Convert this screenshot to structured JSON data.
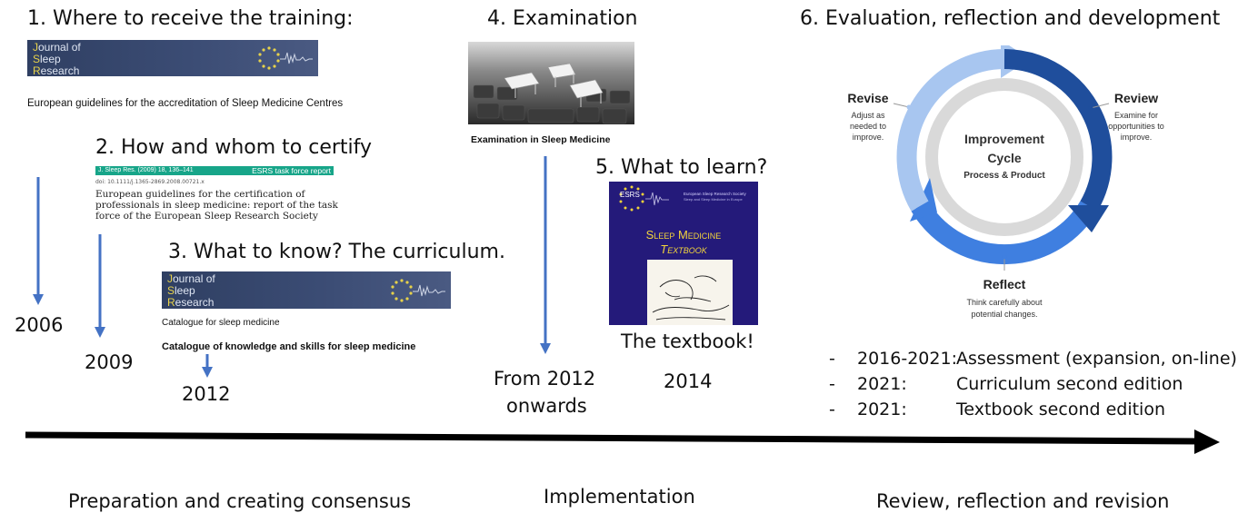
{
  "steps": {
    "s1": {
      "title": "1. Where to receive the training:",
      "journal": [
        "J",
        "ournal of",
        "S",
        "leep",
        "R",
        "esearch"
      ],
      "caption": "European guidelines for the accreditation of Sleep Medicine Centres",
      "year": "2006"
    },
    "s2": {
      "title": "2. How and whom to certify",
      "ref": "J. Sleep Res. (2009) 18, 136–141",
      "header_band": "ESRS task force report",
      "doi": "doi: 10.1111/j.1365-2869.2008.00721.x",
      "paper_title": "European guidelines for the certification of professionals in sleep medicine: report of the task force of the European Sleep Research Society",
      "year": "2009"
    },
    "s3": {
      "title": "3. What to know? The curriculum.",
      "journal": [
        "J",
        "ournal of",
        "S",
        "leep",
        "R",
        "esearch"
      ],
      "caption_small": "Catalogue for sleep medicine",
      "caption": "Catalogue of knowledge and skills for sleep medicine",
      "year": "2012"
    },
    "s4": {
      "title": "4. Examination",
      "caption": "Examination in Sleep Medicine",
      "year_line1": "From 2012",
      "year_line2": "onwards"
    },
    "s5": {
      "title": "5. What to learn?",
      "esrs": "ESRS",
      "society": "European Sleep Research Society",
      "society_sub": "Sleep and Sleep Medicine in Europe",
      "tb_line1": "Sleep Medicine",
      "tb_line2": "Textbook",
      "caption": "The textbook!",
      "year": "2014"
    },
    "s6": {
      "title": "6. Evaluation, reflection and development",
      "cycle": {
        "center1": "Improvement",
        "center2": "Cycle",
        "center3": "Process & Product",
        "revise": {
          "title": "Revise",
          "desc": [
            "Adjust as",
            "needed to",
            "improve."
          ]
        },
        "review": {
          "title": "Review",
          "desc": [
            "Examine for",
            "opportunities to",
            "improve."
          ]
        },
        "reflect": {
          "title": "Reflect",
          "desc": [
            "Think carefully about",
            "potential changes."
          ]
        }
      },
      "bullets": [
        {
          "dash": "-",
          "year": "2016-2021:",
          "text": "Assessment (expansion, on-line)"
        },
        {
          "dash": "-",
          "year": "2021:",
          "text": "Curriculum second edition"
        },
        {
          "dash": "-",
          "year": "2021:",
          "text": "Textbook second edition"
        }
      ]
    }
  },
  "phases": {
    "p1": "Preparation and creating consensus",
    "p2": "Implementation",
    "p3": "Review, reflection and revision"
  },
  "colors": {
    "arrow_blue": "#4472c4",
    "dark_blue": "#1f4e9c",
    "light_blue": "#a8c6f0",
    "mid_blue": "#3f7fe0",
    "banner": "#34466c",
    "ring_grey": "#d9d9d9"
  }
}
